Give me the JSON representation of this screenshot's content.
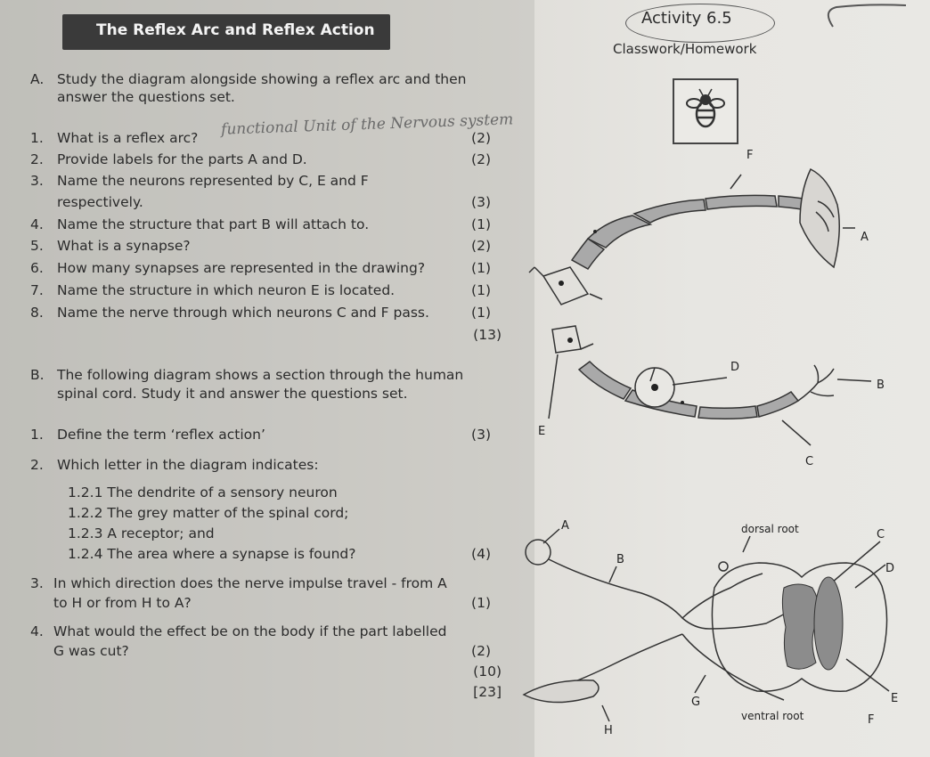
{
  "header": {
    "title": "The Reflex Arc and Reflex Action",
    "activity": "Activity 6.5",
    "subtitle": "Classwork/Homework"
  },
  "handwriting": "functional Unit of the Nervous system",
  "section_a": {
    "label": "A.",
    "intro": [
      "Study the diagram alongside showing a reflex arc and then",
      "answer the questions set."
    ],
    "questions": [
      {
        "num": "1.",
        "lines": [
          "What is a reflex arc?"
        ],
        "marks": "(2)"
      },
      {
        "num": "2.",
        "lines": [
          "Provide labels for the parts A and D."
        ],
        "marks": "(2)"
      },
      {
        "num": "3.",
        "lines": [
          "Name the neurons represented by C, E and F",
          "respectively."
        ],
        "marks": "(3)"
      },
      {
        "num": "4.",
        "lines": [
          "Name the structure that part B will attach to."
        ],
        "marks": "(1)"
      },
      {
        "num": "5.",
        "lines": [
          "What is a synapse?"
        ],
        "marks": "(2)"
      },
      {
        "num": "6.",
        "lines": [
          "How many synapses are represented in the drawing?"
        ],
        "marks": "(1)"
      },
      {
        "num": "7.",
        "lines": [
          "Name the structure in which neuron E is located."
        ],
        "marks": "(1)"
      },
      {
        "num": "8.",
        "lines": [
          "Name the nerve through which neurons C and F pass."
        ],
        "marks": "(1)"
      }
    ],
    "total": "(13)"
  },
  "section_b": {
    "label": "B.",
    "intro": [
      "The following diagram shows a section through the human",
      "spinal cord. Study it and answer the questions set."
    ],
    "q1": {
      "num": "1.",
      "text": "Define the term ‘reflex action’",
      "marks": "(3)"
    },
    "q2": {
      "num": "2.",
      "text": "Which letter in the diagram indicates:"
    },
    "subs": [
      "1.2.1 The dendrite of a sensory neuron",
      "1.2.2 The grey matter of the spinal cord;",
      "1.2.3 A receptor; and",
      "1.2.4 The area where a synapse is found?"
    ],
    "subs_marks": "(4)",
    "q3": {
      "num": "3.",
      "lines": [
        "In which direction does the nerve impulse travel - from A",
        "to H or from H to A?"
      ],
      "marks": "(1)"
    },
    "q4": {
      "num": "4.",
      "lines": [
        "What would the effect be on the body if the part labelled",
        "G was cut?"
      ],
      "marks": "(2)"
    },
    "total": "(10)",
    "grand_total": "[23]"
  },
  "diagram1": {
    "labels": {
      "F": "F",
      "A": "A",
      "D": "D",
      "B": "B",
      "E": "E",
      "C": "C"
    }
  },
  "diagram2": {
    "labels": {
      "A": "A",
      "B": "B",
      "C": "C",
      "D": "D",
      "E": "E",
      "F": "F",
      "G": "G",
      "H": "H",
      "dorsal_root": "dorsal root",
      "ventral_root": "ventral root"
    }
  }
}
